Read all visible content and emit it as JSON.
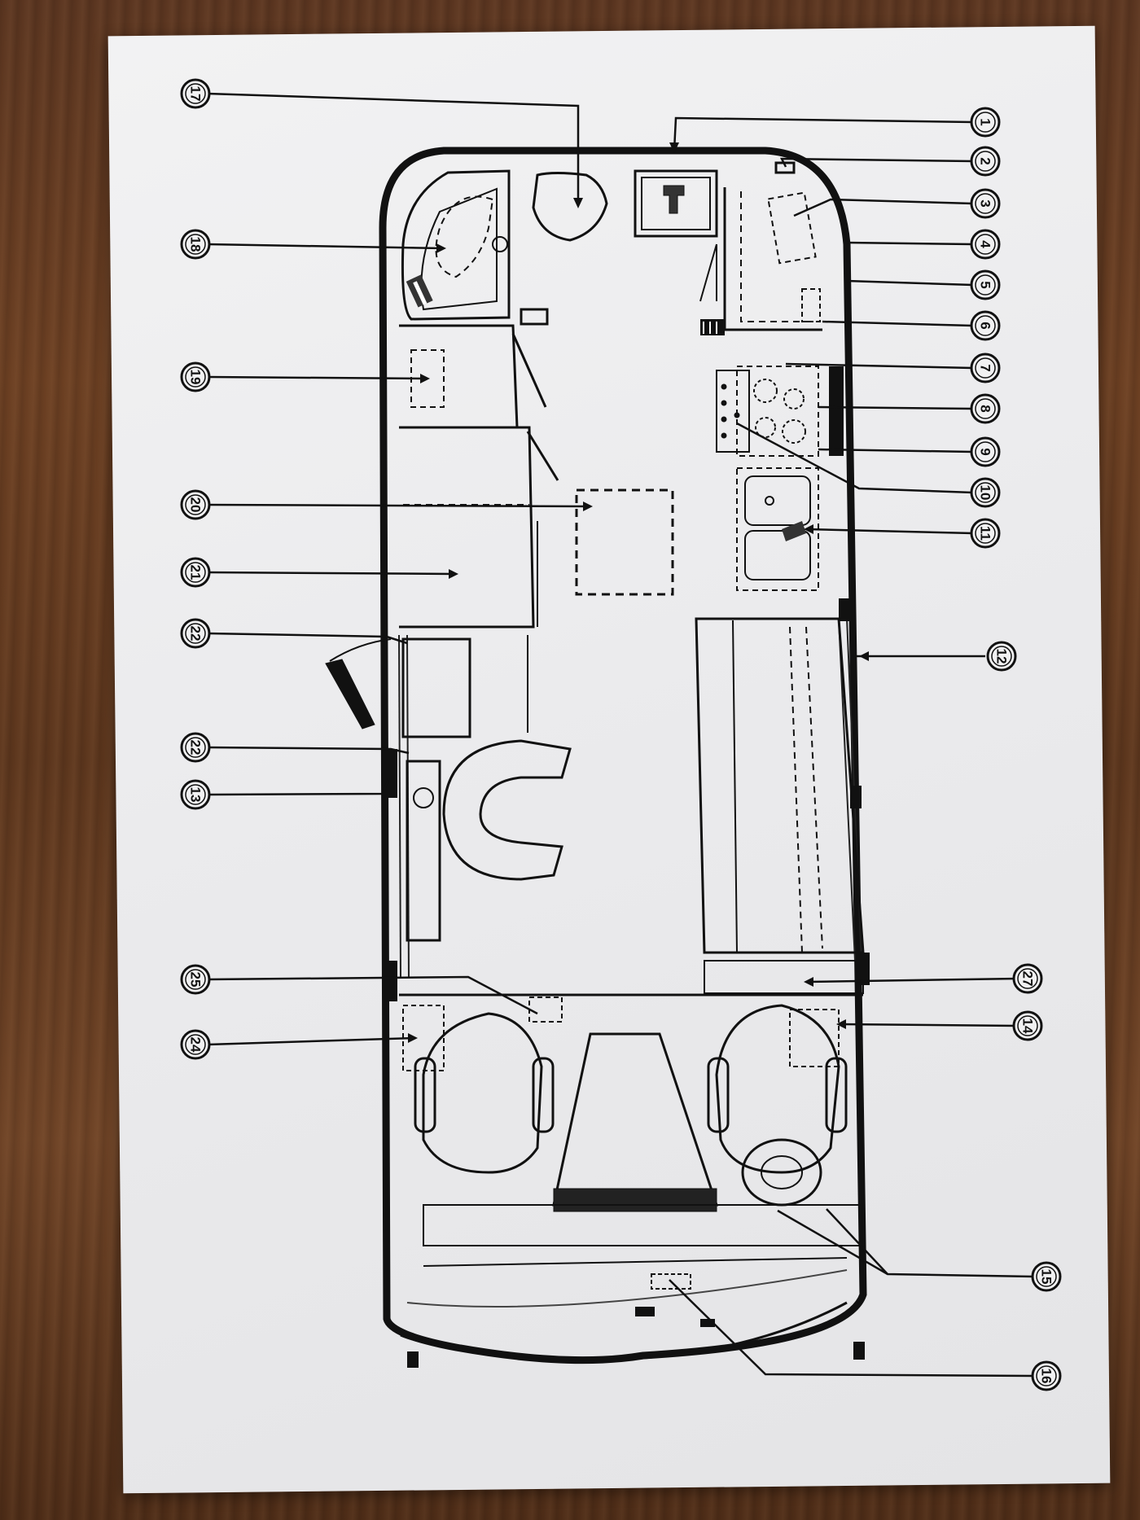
{
  "callouts": [
    {
      "id": "c1",
      "label": "1"
    },
    {
      "id": "c2",
      "label": "2"
    },
    {
      "id": "c3",
      "label": "3"
    },
    {
      "id": "c4",
      "label": "4"
    },
    {
      "id": "c5",
      "label": "5"
    },
    {
      "id": "c6",
      "label": "6"
    },
    {
      "id": "c7",
      "label": "7"
    },
    {
      "id": "c8",
      "label": "8"
    },
    {
      "id": "c9",
      "label": "9"
    },
    {
      "id": "c10",
      "label": "10"
    },
    {
      "id": "c11",
      "label": "11"
    },
    {
      "id": "c12",
      "label": "12"
    },
    {
      "id": "c27",
      "label": "27"
    },
    {
      "id": "c14",
      "label": "14"
    },
    {
      "id": "c15",
      "label": "15"
    },
    {
      "id": "c16",
      "label": "16"
    },
    {
      "id": "c17",
      "label": "17"
    },
    {
      "id": "c18",
      "label": "18"
    },
    {
      "id": "c19",
      "label": "19"
    },
    {
      "id": "c20",
      "label": "20"
    },
    {
      "id": "c21",
      "label": "21"
    },
    {
      "id": "c22a",
      "label": "22"
    },
    {
      "id": "c22b",
      "label": "22"
    },
    {
      "id": "c13",
      "label": "13"
    },
    {
      "id": "c25",
      "label": "25"
    },
    {
      "id": "c24",
      "label": "24"
    }
  ]
}
